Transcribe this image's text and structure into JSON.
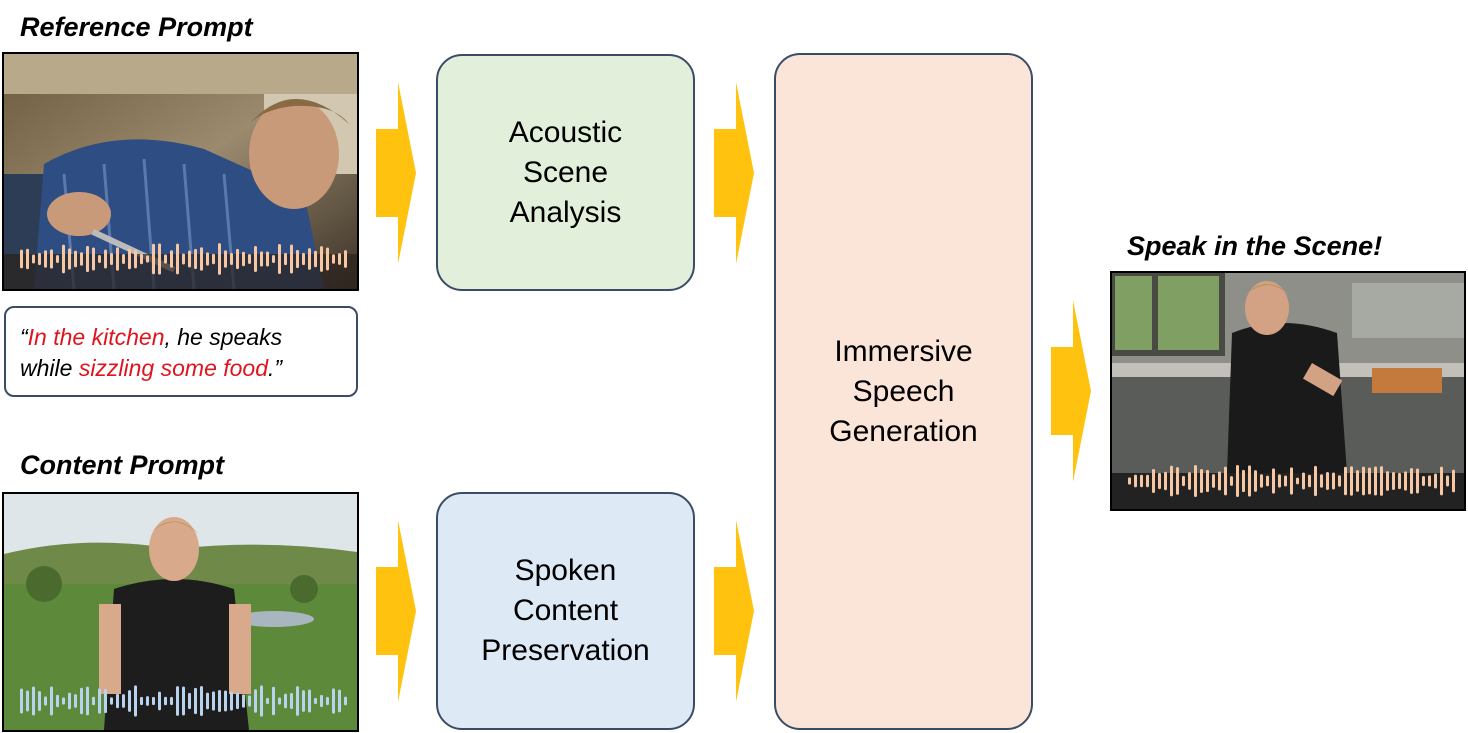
{
  "labels": {
    "reference": "Reference Prompt",
    "content": "Content Prompt",
    "output": "Speak in the Scene!"
  },
  "caption": {
    "open_quote": "“",
    "red1": "In the kitchen",
    "black1": ", he speaks",
    "black2": "while ",
    "red2": "sizzling some food",
    "close": ".”"
  },
  "modules": {
    "acoustic": [
      "Acoustic",
      "Scene",
      "Analysis"
    ],
    "spoken": [
      "Spoken",
      "Content",
      "Preservation"
    ],
    "immersive": [
      "Immersive",
      "Speech",
      "Generation"
    ]
  },
  "colors": {
    "arrow": "#ffc20e",
    "acoustic_fill": "#e2efda",
    "spoken_fill": "#dde9f5",
    "immersive_fill": "#fbe5d8",
    "wave_orange": "#f7c7a4",
    "wave_blue": "#b9d3ef",
    "highlight_red": "#e0141e"
  },
  "icons": [
    "reference-video-thumbnail",
    "content-video-thumbnail",
    "output-video-thumbnail",
    "waveform-icon",
    "arrow-right-icon"
  ]
}
